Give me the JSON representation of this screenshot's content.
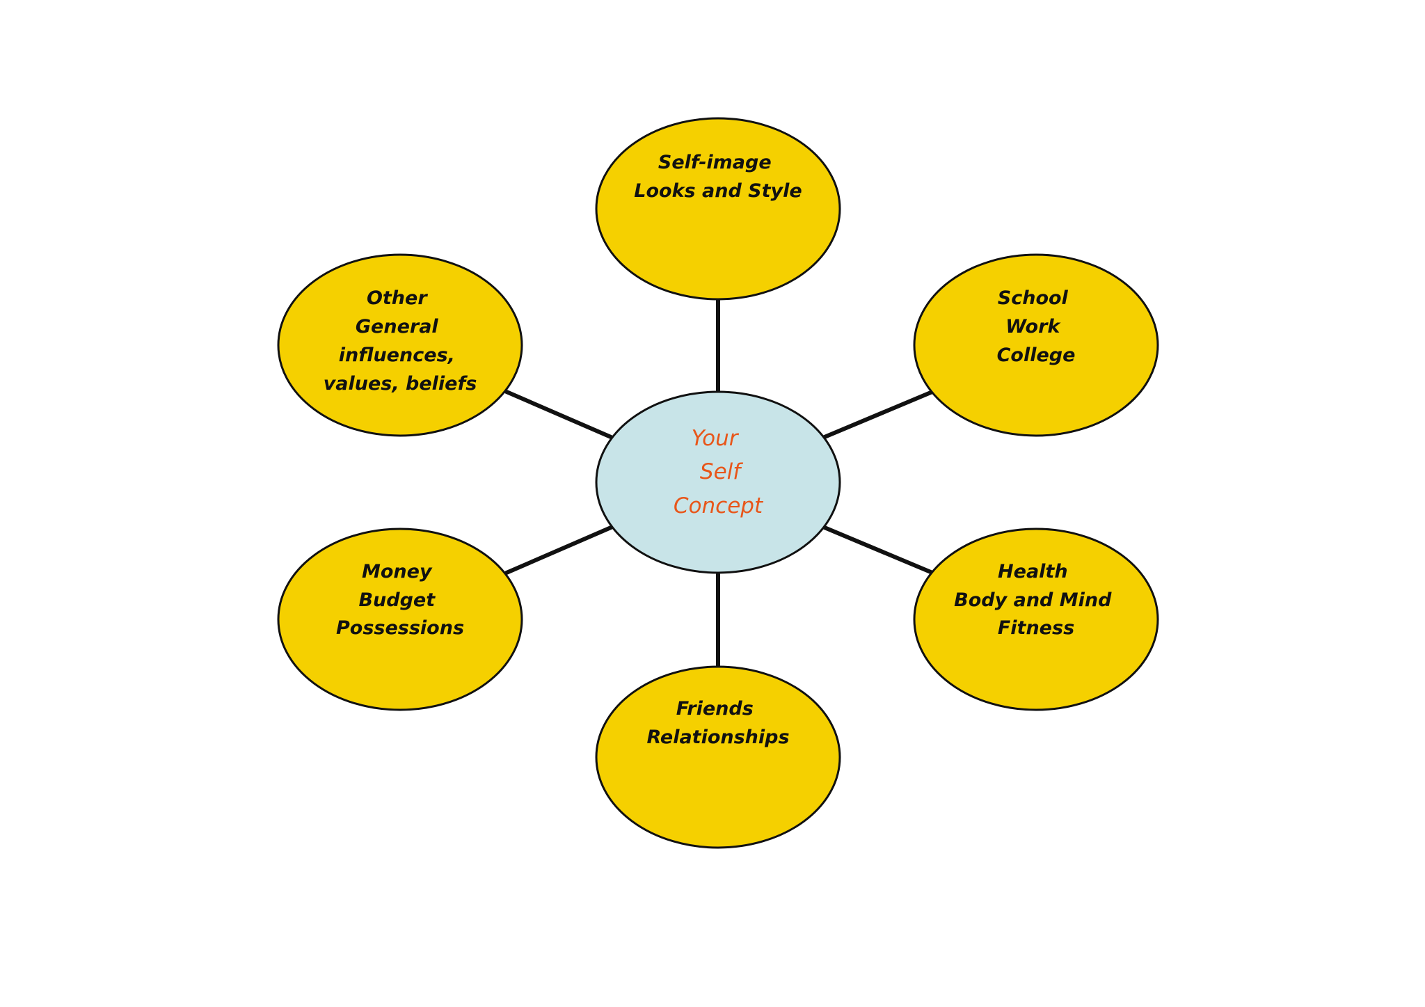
{
  "diagram": {
    "colors": {
      "outer_fill": "#F5D000",
      "center_fill": "#C8E4E8",
      "stroke": "#111111",
      "center_text": "#E8561A"
    },
    "center": {
      "lines": [
        "Your",
        "Self",
        "Concept"
      ]
    },
    "nodes": {
      "self_image": {
        "lines": [
          "Self-image",
          "Looks and Style"
        ]
      },
      "school": {
        "lines": [
          "School",
          "Work",
          "College"
        ]
      },
      "health": {
        "lines": [
          "Health",
          "Body and Mind",
          "Fitness"
        ]
      },
      "friends": {
        "lines": [
          "Friends",
          "Relationships"
        ]
      },
      "money": {
        "lines": [
          "Money",
          "Budget",
          "Possessions"
        ]
      },
      "other": {
        "lines": [
          "Other",
          "General",
          "influences,",
          "values, beliefs"
        ]
      }
    }
  }
}
